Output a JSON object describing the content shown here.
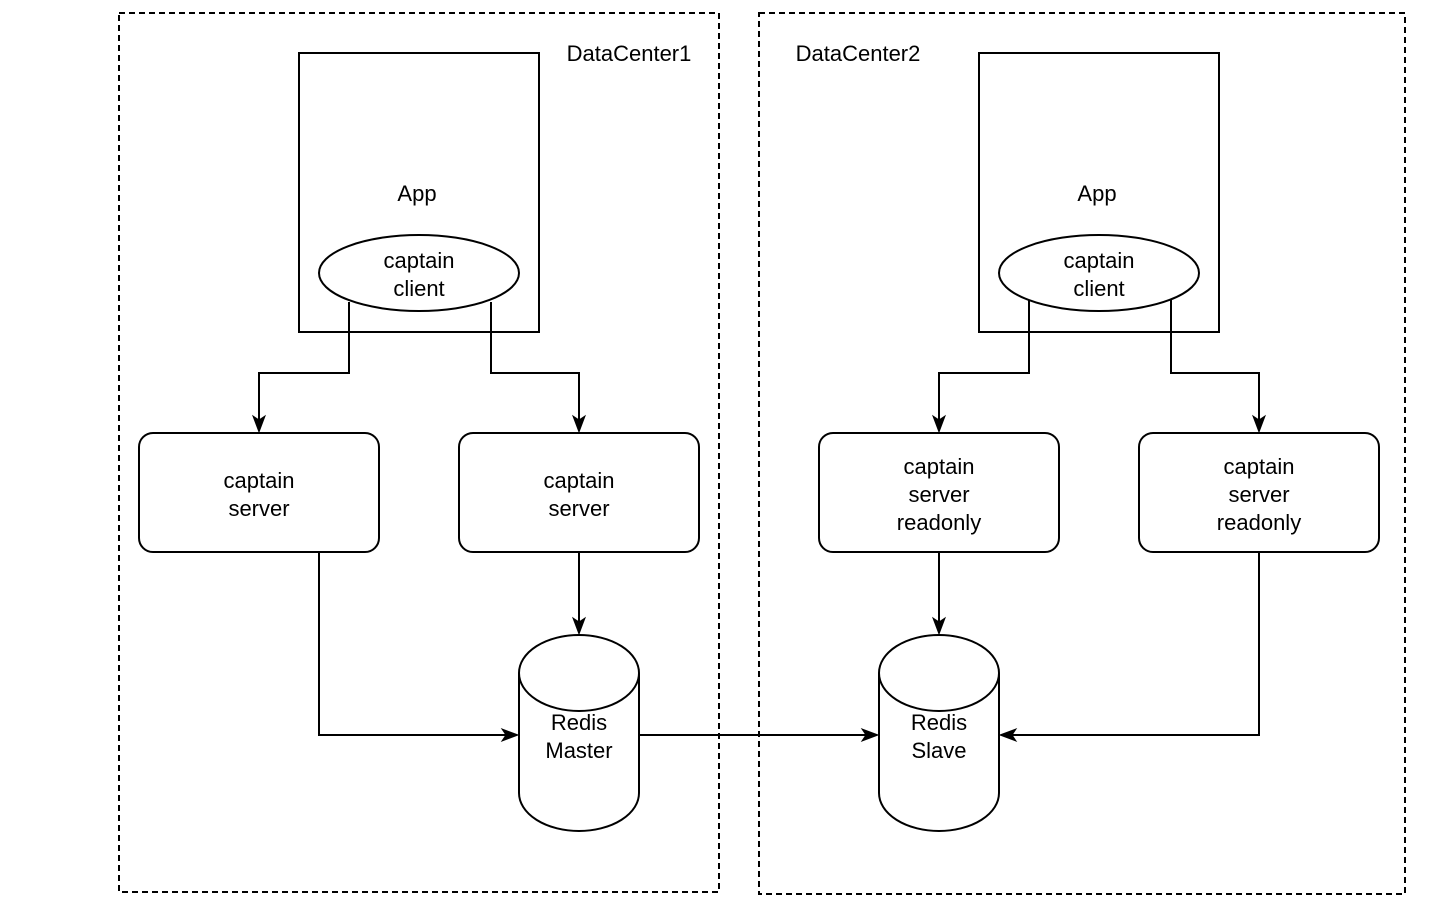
{
  "datacenters": [
    {
      "label": "DataCenter1",
      "app": {
        "label": "App",
        "client_lines": [
          "captain",
          "client"
        ]
      },
      "servers": [
        {
          "lines": [
            "captain",
            "server"
          ]
        },
        {
          "lines": [
            "captain",
            "server"
          ]
        }
      ],
      "redis": {
        "lines": [
          "Redis",
          "Master"
        ]
      }
    },
    {
      "label": "DataCenter2",
      "app": {
        "label": "App",
        "client_lines": [
          "captain",
          "client"
        ]
      },
      "servers": [
        {
          "lines": [
            "captain",
            "server",
            "readonly"
          ]
        },
        {
          "lines": [
            "captain",
            "server",
            "readonly"
          ]
        }
      ],
      "redis": {
        "lines": [
          "Redis",
          "Slave"
        ]
      }
    }
  ]
}
